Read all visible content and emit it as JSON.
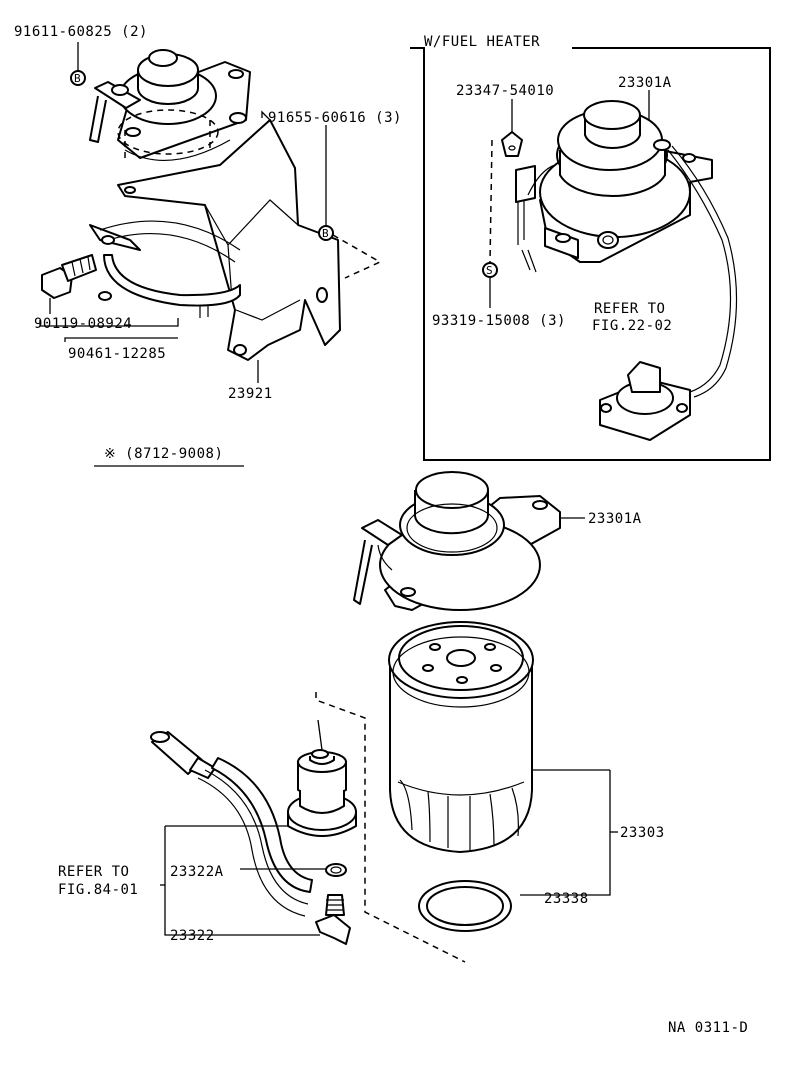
{
  "labels": {
    "p91611": "91611-60825 (2)",
    "p91655": "91655-60616 (3)",
    "p90119": "90119-08924",
    "p90461": "90461-12285",
    "p23921": "23921",
    "date_range": "※ (8712-9008)",
    "heater_title": "W/FUEL HEATER",
    "p23347": "23347-54010",
    "p23301a_top": "23301A",
    "p93319": "93319-15008 (3)",
    "refer_fig22_line1": "REFER TO",
    "refer_fig22_line2": "FIG.22-02",
    "p23301a_mid": "23301A",
    "p23303": "23303",
    "p23322a": "23322A",
    "refer_fig84_line1": "REFER TO",
    "refer_fig84_line2": "FIG.84-01",
    "p23338": "23338",
    "p23322": "23322",
    "footer_code": "NA 0311-D",
    "mark_b": "B",
    "mark_s": "S"
  }
}
